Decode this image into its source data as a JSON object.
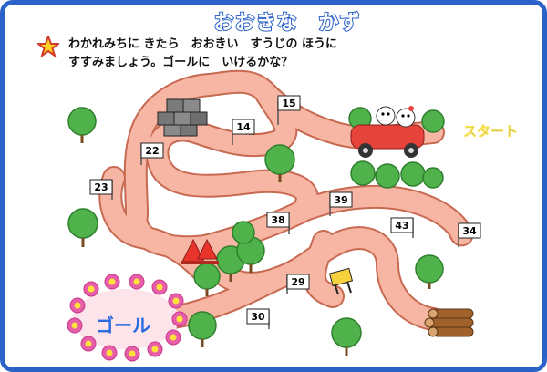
{
  "title": "おおきな　かず",
  "instruction_line1": "わかれみちに きたら　おおきい　すうじの ほうに",
  "instruction_line2": "すすみましょう。ゴールに　いけるかな？",
  "start_label": "スタート",
  "goal_label": "ゴール",
  "number_signs": [
    "15",
    "14",
    "22",
    "23",
    "39",
    "38",
    "43",
    "34",
    "29",
    "30"
  ],
  "colors": {
    "frame": "#2b62c8",
    "path": "#f6b6a3",
    "path_edge": "#c86a52",
    "tree": "#4fb24a",
    "start_text": "#2a6be0"
  },
  "icons": [
    "star-icon",
    "car-with-animals-icon",
    "stone-blocks-icon",
    "traffic-cones-icon",
    "barrier-sign-icon",
    "log-pile-icon",
    "flower-ring-icon",
    "tree-icon"
  ]
}
